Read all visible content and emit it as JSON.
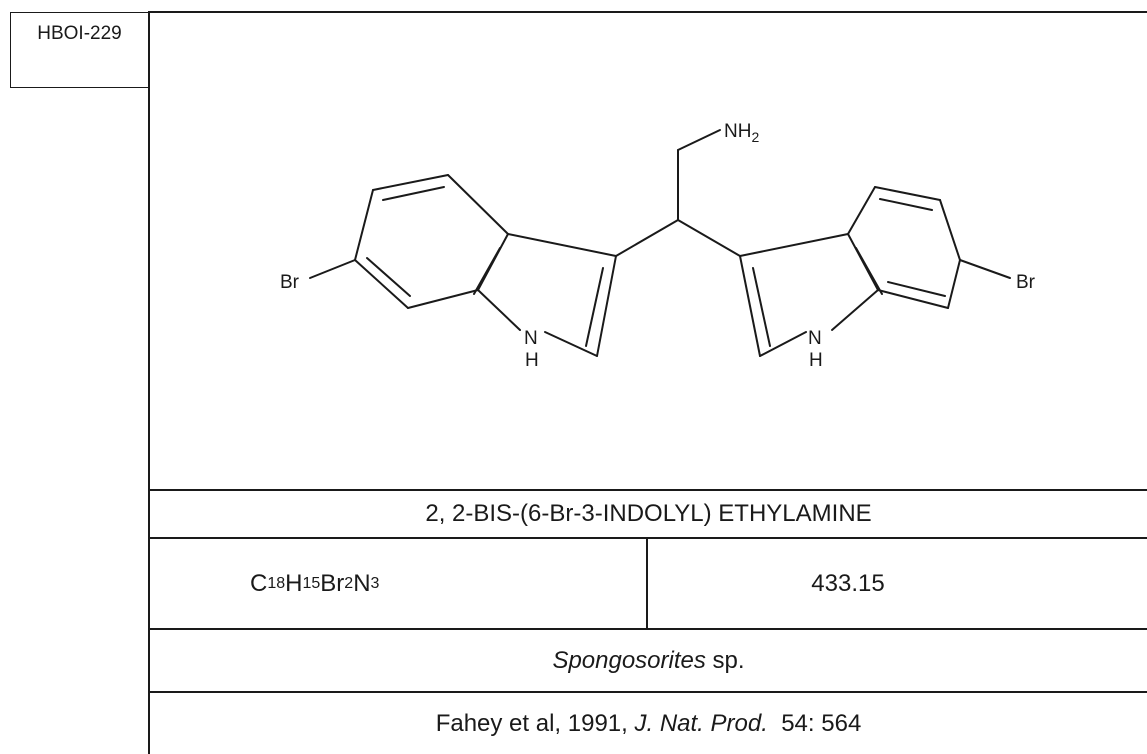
{
  "compound_id": "HBOI-229",
  "compound_name": "2, 2-BIS-(6-Br-3-INDOLYL) ETHYLAMINE",
  "formula": {
    "c": "C",
    "c_n": "18",
    "h": "H",
    "h_n": "15",
    "br": "Br",
    "br_n": "2",
    "n": "N",
    "n_n": "3"
  },
  "molecular_weight": "433.15",
  "source_organism": {
    "genus": "Spongosorites",
    "suffix": " sp."
  },
  "reference": {
    "authors_year": "Fahey et al, 1991, ",
    "journal": "J. Nat. Prod.",
    "volume_pages": "  54: 564"
  },
  "structure": {
    "atoms": {
      "amine_n": "NH",
      "amine_sub": "2",
      "br_left": "Br",
      "br_right": "Br",
      "nh_left_n": "N",
      "nh_left_h": "H",
      "nh_right_n": "N",
      "nh_right_h": "H"
    }
  }
}
